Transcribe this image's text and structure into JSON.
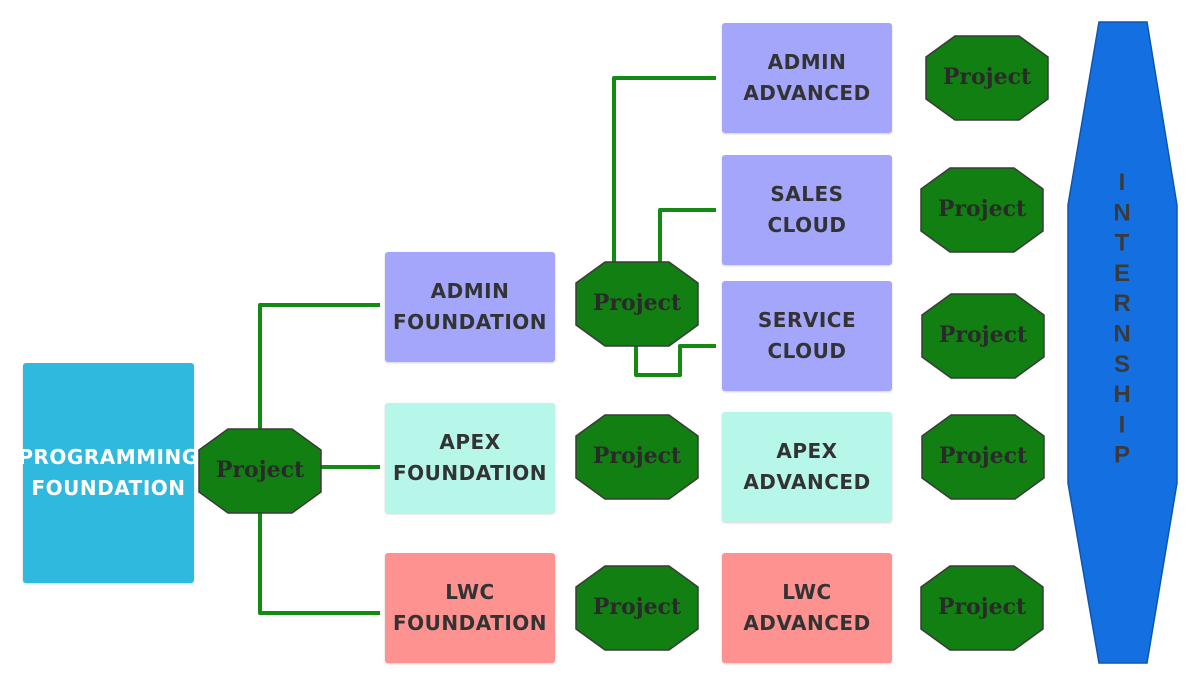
{
  "colors": {
    "start": "#2fb9de",
    "admin": "#a4a6fc",
    "apex": "#b6f7ea",
    "lwc": "#fd9290",
    "project": "#127f12",
    "arrow": "#138a13",
    "internship": "#1470e0",
    "project_text": "#2a2a2a",
    "internship_text": "#3a3a3a"
  },
  "labels": {
    "programming_foundation": "PROGRAMMING\nFOUNDATION",
    "admin_foundation": "ADMIN\nFOUNDATION",
    "apex_foundation": "APEX\nFOUNDATION",
    "lwc_foundation": "LWC\nFOUNDATION",
    "admin_advanced": "ADMIN\nADVANCED",
    "sales_cloud": "SALES CLOUD",
    "service_cloud": "SERVICE\nCLOUD",
    "apex_advanced": "APEX\nADVANCED",
    "lwc_advanced": "LWC\nADVANCED",
    "project": "Project",
    "internship": "INTERNSHIP"
  }
}
